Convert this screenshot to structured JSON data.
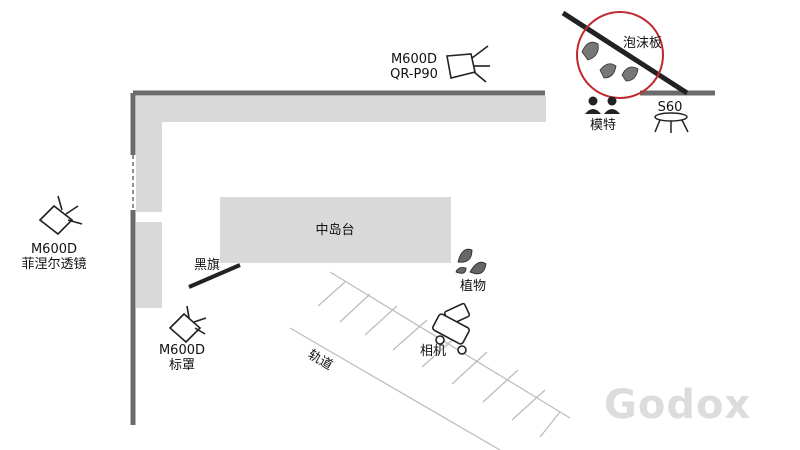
{
  "labels": {
    "light_top": [
      "M600D",
      "QR-P90"
    ],
    "foam_board": "泡沫板",
    "model": "模特",
    "s60": "S60",
    "light_left": [
      "M600D",
      "菲涅尔透镜"
    ],
    "island": "中岛台",
    "black_flag": "黑旗",
    "plant": "植物",
    "light_bottom": [
      "M600D",
      "标罩"
    ],
    "camera": "相机",
    "track": "轨道"
  },
  "brand": "Godox",
  "colors": {
    "wall": "#6b6b6b",
    "floor_block": "#d9d9d9",
    "highlight_circle": "#c0282d",
    "flag": "#222222"
  },
  "icons": [
    "spotlight-icon",
    "person-icon",
    "s60-light-icon",
    "leaf-icon",
    "camera-dolly-icon"
  ]
}
